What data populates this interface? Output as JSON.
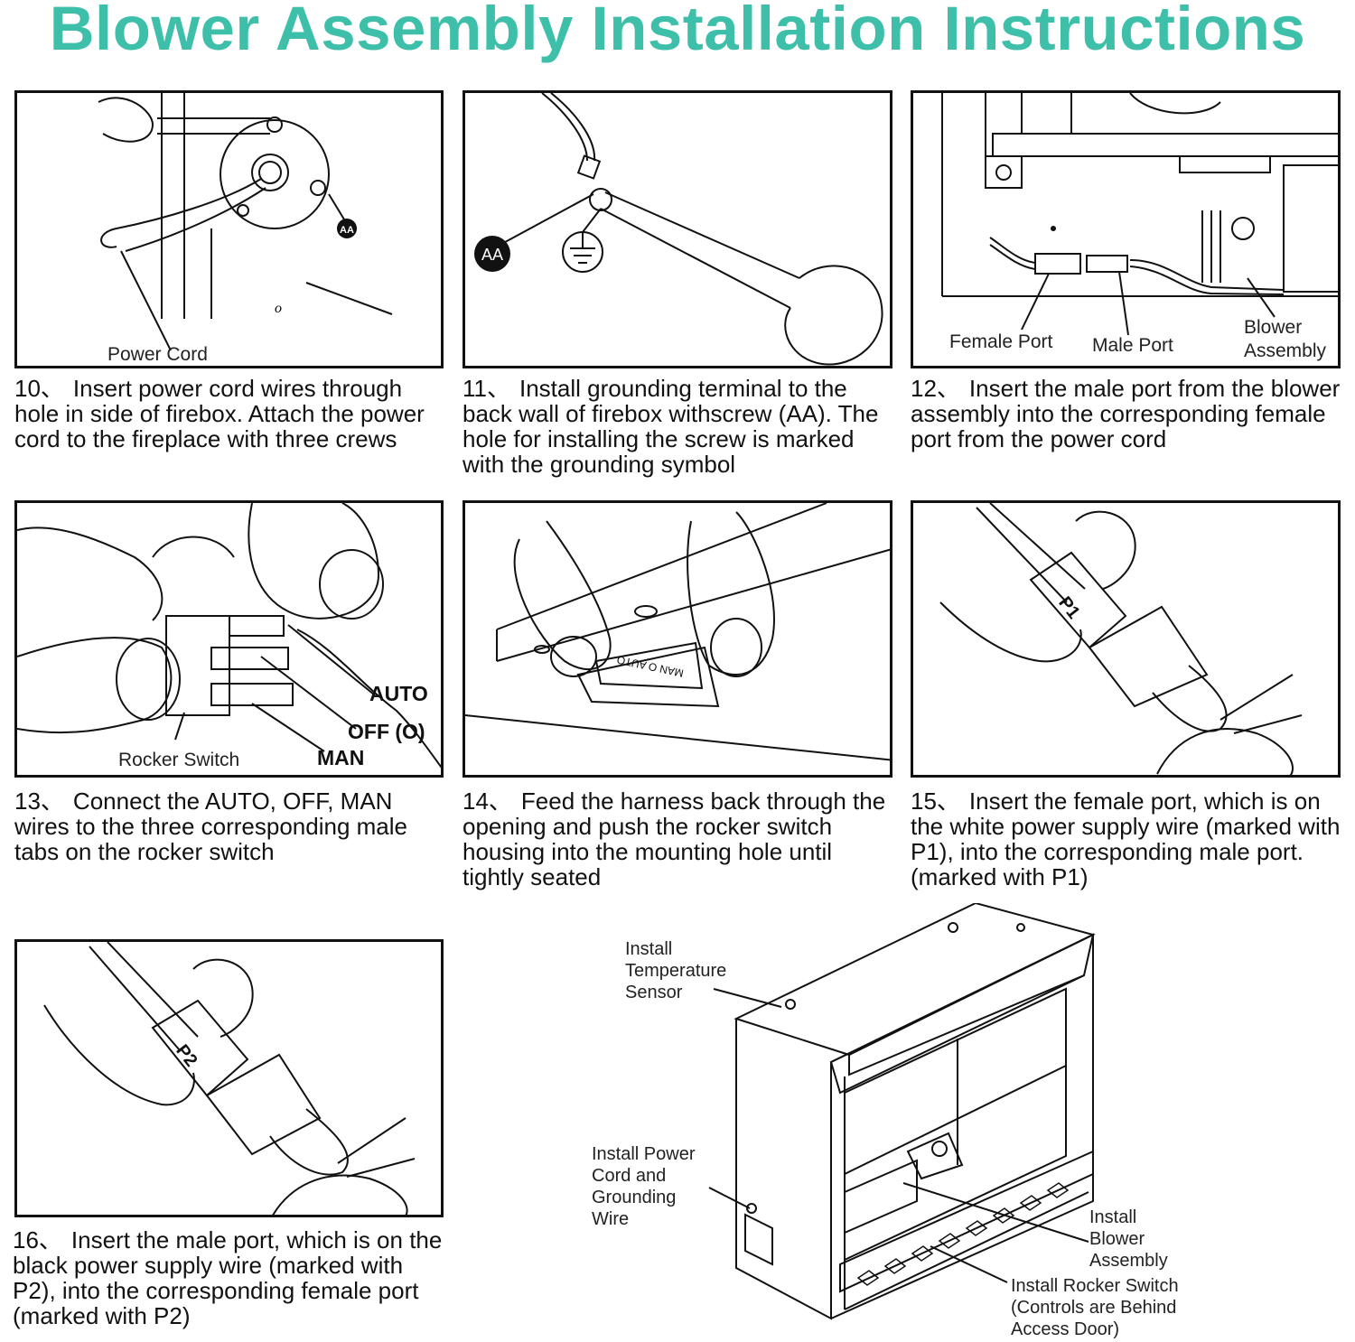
{
  "title": "Blower Assembly Installation Instructions",
  "colors": {
    "title": "#3dbfa9",
    "line": "#111111"
  },
  "steps": [
    {
      "num": "10、",
      "text": "Insert power cord wires through hole in side of firebox. Attach the power cord to the fireplace with three crews",
      "labels": {
        "power_cord": "Power Cord",
        "aa": "AA"
      }
    },
    {
      "num": "11、",
      "text": "Install grounding terminal to the back wall of firebox withscrew (AA). The hole for installing the screw is marked with the grounding symbol",
      "labels": {
        "aa": "AA"
      }
    },
    {
      "num": "12、",
      "text": "Insert the male port from the blower assembly into the corresponding female port from the power cord",
      "labels": {
        "female": "Female Port",
        "male": "Male Port",
        "blower1": "Blower",
        "blower2": "Assembly"
      }
    },
    {
      "num": "13、",
      "text": "Connect the AUTO, OFF, MAN wires to the three corresponding male tabs on the rocker switch",
      "labels": {
        "rocker": "Rocker Switch",
        "auto": "AUTO",
        "off": "OFF (O)",
        "man": "MAN"
      }
    },
    {
      "num": "14、",
      "text": "Feed the harness back through the opening and push the rocker switch housing into the mounting hole until tightly seated",
      "labels": {
        "switch": "MAN O AUTO"
      }
    },
    {
      "num": "15、",
      "text": "Insert the female port, which is on the white power supply wire (marked with P1), into the corresponding male port. (marked with P1)",
      "labels": {
        "tag": "P1"
      }
    },
    {
      "num": "16、",
      "text": "Insert the male port, which is on the black power supply wire (marked with P2), into the corresponding female port (marked with P2)",
      "labels": {
        "tag": "P2"
      }
    }
  ],
  "diagram": {
    "temp_sensor": "Install\nTemperature\nSensor",
    "power_cord": "Install Power\nCord and\nGrounding\nWire",
    "blower": "Install\nBlower\nAssembly",
    "rocker": "Install Rocker Switch\n(Controls are Behind\nAccess Door)"
  }
}
